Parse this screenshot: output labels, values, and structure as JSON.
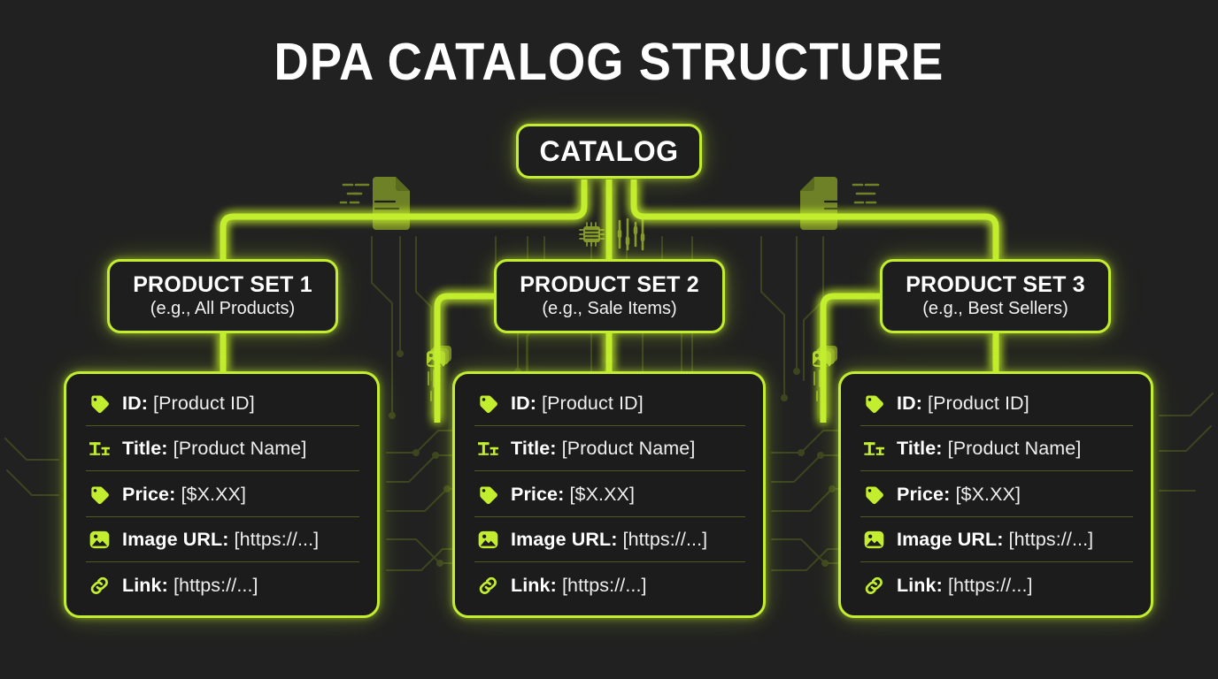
{
  "title": "DPA CATALOG STRUCTURE",
  "theme": {
    "background": "#212121",
    "accent": "#c3ee2f",
    "card_fill": "#1c1c1c",
    "divider": "#4e5a22",
    "text": "#ffffff",
    "circuit_trace": "#3c4520"
  },
  "root": {
    "label": "CATALOG"
  },
  "product_sets": [
    {
      "title": "PRODUCT SET 1",
      "subtitle": "(e.g., All Products)"
    },
    {
      "title": "PRODUCT SET 2",
      "subtitle": "(e.g., Sale Items)"
    },
    {
      "title": "PRODUCT SET 3",
      "subtitle": "(e.g., Best Sellers)"
    }
  ],
  "cards": [
    {
      "fields": [
        {
          "icon": "tag-icon",
          "label": "ID:",
          "value": "[Product ID]"
        },
        {
          "icon": "text-format-icon",
          "label": "Title:",
          "value": "[Product Name]"
        },
        {
          "icon": "tag-icon",
          "label": "Price:",
          "value": "[$X.XX]"
        },
        {
          "icon": "image-icon",
          "label": "Image URL:",
          "value": "[https://...]"
        },
        {
          "icon": "link-icon",
          "label": "Link:",
          "value": "[https://...]"
        }
      ]
    },
    {
      "fields": [
        {
          "icon": "tag-icon",
          "label": "ID:",
          "value": "[Product ID]"
        },
        {
          "icon": "text-format-icon",
          "label": "Title:",
          "value": "[Product Name]"
        },
        {
          "icon": "tag-icon",
          "label": "Price:",
          "value": "[$X.XX]"
        },
        {
          "icon": "image-icon",
          "label": "Image URL:",
          "value": "[https://...]"
        },
        {
          "icon": "link-icon",
          "label": "Link:",
          "value": "[https://...]"
        }
      ]
    },
    {
      "fields": [
        {
          "icon": "tag-icon",
          "label": "ID:",
          "value": "[Product ID]"
        },
        {
          "icon": "text-format-icon",
          "label": "Title:",
          "value": "[Product Name]"
        },
        {
          "icon": "tag-icon",
          "label": "Price:",
          "value": "[$X.XX]"
        },
        {
          "icon": "image-icon",
          "label": "Image URL:",
          "value": "[https://...]"
        },
        {
          "icon": "link-icon",
          "label": "Link:",
          "value": "[https://...]"
        }
      ]
    }
  ],
  "decorations": [
    {
      "name": "document-watermark-left"
    },
    {
      "name": "document-watermark-right"
    },
    {
      "name": "chip-watermark"
    },
    {
      "name": "sliders-watermark"
    },
    {
      "name": "image-stack-watermark-left"
    },
    {
      "name": "image-stack-watermark-right"
    },
    {
      "name": "circuit-traces"
    }
  ]
}
